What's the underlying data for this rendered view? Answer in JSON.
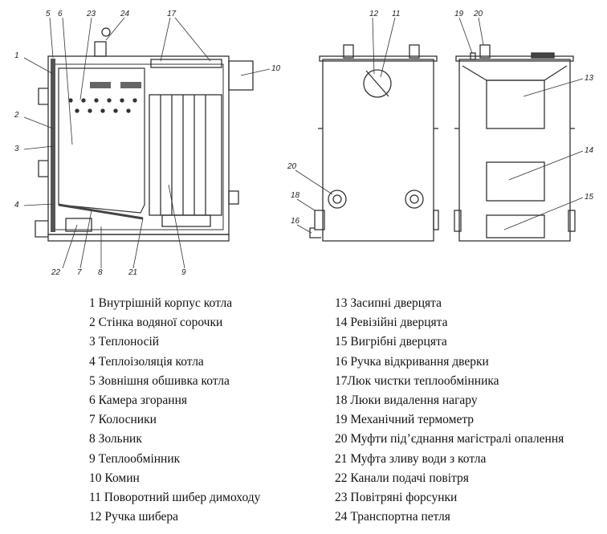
{
  "callouts": {
    "side": [
      "5",
      "6",
      "23",
      "24",
      "17",
      "1",
      "10",
      "2",
      "3",
      "4",
      "22",
      "7",
      "8",
      "21",
      "9"
    ],
    "back": [
      "12",
      "11",
      "20",
      "18",
      "16"
    ],
    "front": [
      "19",
      "20",
      "13",
      "14",
      "15"
    ]
  },
  "legend": {
    "left": [
      "1 Внутрішній корпус котла",
      "2 Стінка водяної сорочки",
      "3 Теплоносій",
      "4 Теплоізоляція котла",
      "5 Зовнішня обшивка котла",
      "6 Камера згорання",
      "7 Колосники",
      "8 Зольник",
      "9 Теплообмінник",
      "10 Комин",
      "11 Поворотний шибер димоходу",
      "12 Ручка шибера"
    ],
    "right": [
      "13 Засипні дверцята",
      "14 Ревізійні дверцята",
      "15 Вигрібні дверцята",
      "16 Ручка відкривання дверки",
      "17Люк чистки теплообмінника",
      "18 Люки видалення нагару",
      "19 Механічний термометр",
      "20 Муфти під’єднання магістралі опалення",
      "21 Муфта зливу води з котла",
      "22 Канали подачі повітря",
      "23 Повітряні форсунки",
      "24 Транспортна петля"
    ]
  }
}
